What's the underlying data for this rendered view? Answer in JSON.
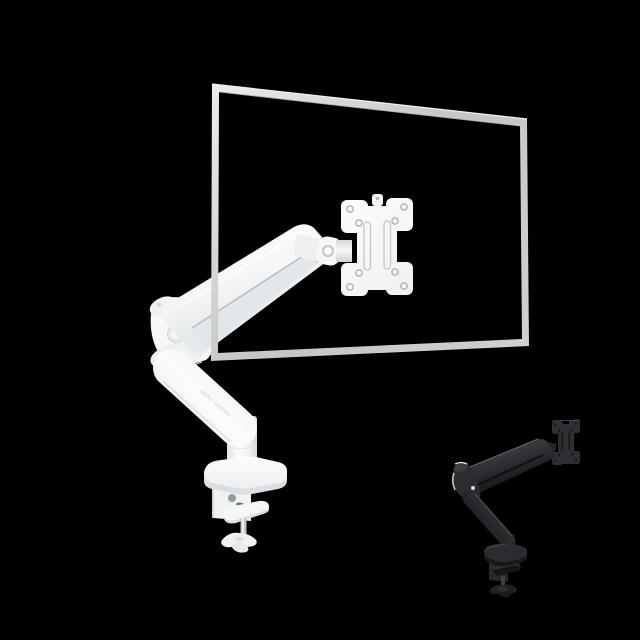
{
  "scene": {
    "background_color": "#000000",
    "content_type": "product-render",
    "description": "Gas-spring single monitor desk mount arm, white edition with transparent monitor frame outline, black edition shown smaller at bottom right"
  },
  "brand": {
    "engraved_text": "MARS GAMING"
  },
  "colors": {
    "background": "#000000",
    "white_body": "#f7f8f9",
    "white_mid": "#eceff0",
    "white_shade": "#dfe2e4",
    "white_deep": "#c9cdcf",
    "frame_silver": "#c6c9ca",
    "frame_light": "#e9eaea",
    "black_body": "#2a2c2f",
    "black_mid": "#232527",
    "black_shade": "#17181a",
    "black_highlight": "#e8eaeb"
  },
  "white_unit": {
    "name": "monitor-arm-white",
    "parts": [
      "vesa-plate",
      "vesa-top-tab",
      "arm-head-hinge",
      "head-cylinder",
      "gas-spring-upper-arm",
      "spring-channel",
      "elbow-joint",
      "elbow-cap",
      "elbow-button",
      "lower-arm-collar",
      "lower-arm",
      "pole",
      "desk-plate",
      "clamp-bracket",
      "clamp-pad",
      "clamp-screw-rod",
      "star-knob"
    ]
  },
  "monitor_outline": {
    "name": "transparent-monitor-frame",
    "color": "#c6c9ca"
  },
  "black_unit": {
    "name": "monitor-arm-black-variant",
    "parts": [
      "vesa-plate",
      "arm-head",
      "gas-spring-upper-arm",
      "elbow-joint",
      "lower-arm",
      "pole",
      "desk-plate",
      "clamp-bracket",
      "clamp-screw-rod",
      "star-knob"
    ]
  }
}
